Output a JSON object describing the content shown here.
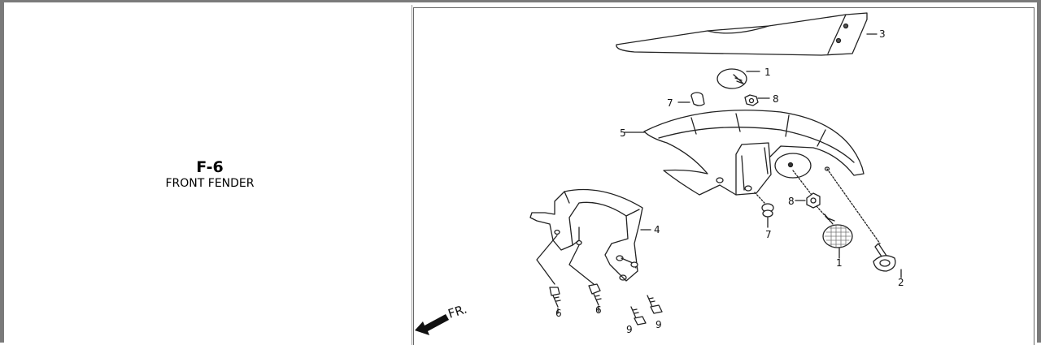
{
  "section": {
    "code": "F-6",
    "title": "FRONT FENDER"
  },
  "diagram": {
    "direction_label": "FR.",
    "callouts": [
      {
        "id": "c3a",
        "label": "3"
      },
      {
        "id": "c1a",
        "label": "1"
      },
      {
        "id": "c8a",
        "label": "8"
      },
      {
        "id": "c7a",
        "label": "7"
      },
      {
        "id": "c5",
        "label": "5"
      },
      {
        "id": "c8b",
        "label": "8"
      },
      {
        "id": "c4",
        "label": "4"
      },
      {
        "id": "c7b",
        "label": "7"
      },
      {
        "id": "c1b",
        "label": "1"
      },
      {
        "id": "c2",
        "label": "2"
      },
      {
        "id": "c6a",
        "label": "6"
      },
      {
        "id": "c6b",
        "label": "6"
      },
      {
        "id": "c9a",
        "label": "9"
      },
      {
        "id": "c9b",
        "label": "9"
      }
    ]
  }
}
